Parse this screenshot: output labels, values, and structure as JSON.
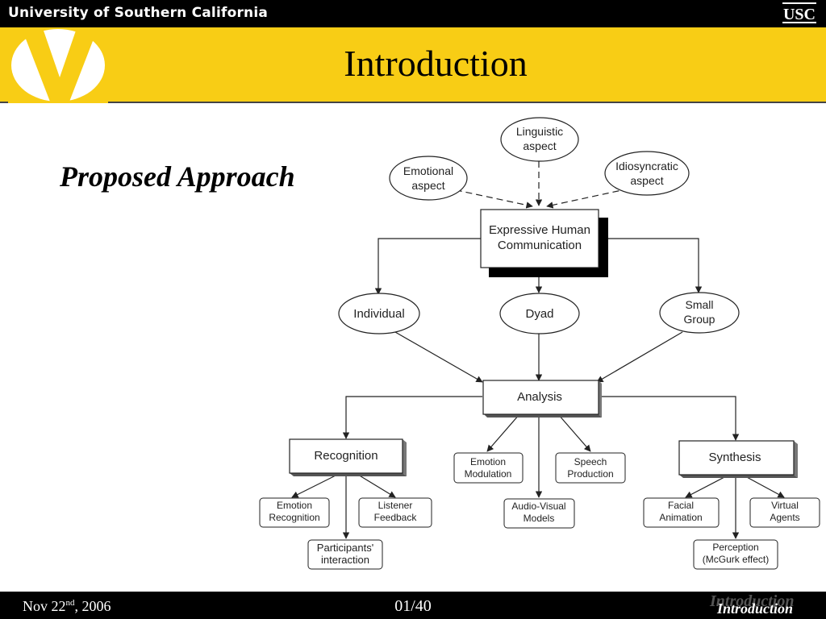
{
  "header": {
    "university": "University of Southern California",
    "usc_logo_text": "USC",
    "title": "Introduction"
  },
  "slide": {
    "subtitle": "Proposed Approach"
  },
  "diagram": {
    "aspects": {
      "linguistic": [
        "Linguistic",
        "aspect"
      ],
      "emotional": [
        "Emotional",
        "aspect"
      ],
      "idiosyncratic": [
        "Idiosyncratic",
        "aspect"
      ]
    },
    "central": [
      "Expressive Human",
      "Communication"
    ],
    "levels": {
      "individual": "Individual",
      "dyad": "Dyad",
      "small_group": [
        "Small",
        "Group"
      ]
    },
    "analysis": "Analysis",
    "recognition": {
      "label": "Recognition",
      "children": {
        "emotion_recognition": [
          "Emotion",
          "Recognition"
        ],
        "listener_feedback": [
          "Listener",
          "Feedback"
        ],
        "participants_interaction": [
          "Participants'",
          "interaction"
        ]
      }
    },
    "middle": {
      "emotion_modulation": [
        "Emotion",
        "Modulation"
      ],
      "speech_production": [
        "Speech",
        "Production"
      ],
      "audio_visual_models": [
        "Audio-Visual",
        "Models"
      ]
    },
    "synthesis": {
      "label": "Synthesis",
      "children": {
        "facial_animation": [
          "Facial",
          "Animation"
        ],
        "virtual_agents": [
          "Virtual",
          "Agents"
        ],
        "perception": [
          "Perception",
          "(McGurk effect)"
        ]
      }
    }
  },
  "footer": {
    "date_prefix": "Nov 22",
    "date_sup": "nd",
    "date_suffix": ", 2006",
    "page": "01/40",
    "section": "Introduction"
  }
}
